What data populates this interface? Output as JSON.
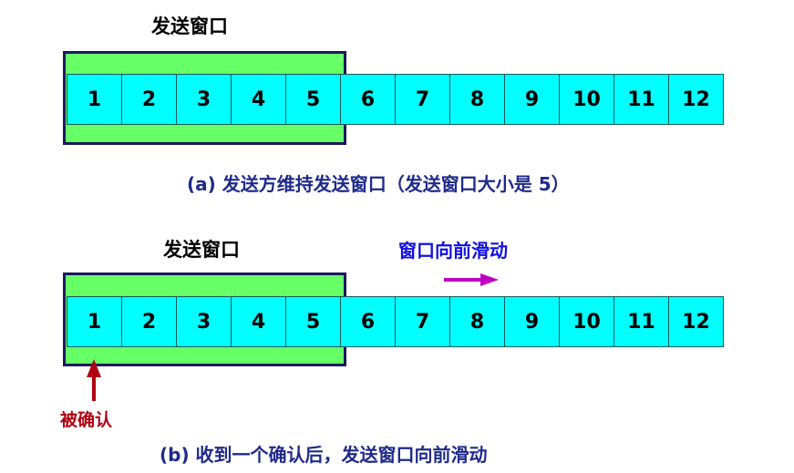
{
  "part_a": {
    "window_label": "发送窗口",
    "caption": "(a) 发送方维持发送窗口（发送窗口大小是 5）",
    "window_start": 1,
    "window_size": 5,
    "cells": [
      "1",
      "2",
      "3",
      "4",
      "5",
      "6",
      "7",
      "8",
      "9",
      "10",
      "11",
      "12"
    ]
  },
  "part_b": {
    "window_label": "发送窗口",
    "slide_label": "窗口向前滑动",
    "ack_label": "被确认",
    "caption": "(b) 收到一个确认后，发送窗口向前滑动",
    "acknowledged_cell": "1",
    "cells": [
      "1",
      "2",
      "3",
      "4",
      "5",
      "6",
      "7",
      "8",
      "9",
      "10",
      "11",
      "12"
    ]
  },
  "colors": {
    "window_fill": "#66ff66",
    "cell_fill": "#00ffff",
    "frame": "#1a1a5c",
    "slide_arrow": "#c000c0",
    "ack_arrow": "#b00010"
  },
  "icons": {
    "slide_arrow": "right-arrow-icon",
    "ack_arrow": "up-arrow-icon"
  }
}
